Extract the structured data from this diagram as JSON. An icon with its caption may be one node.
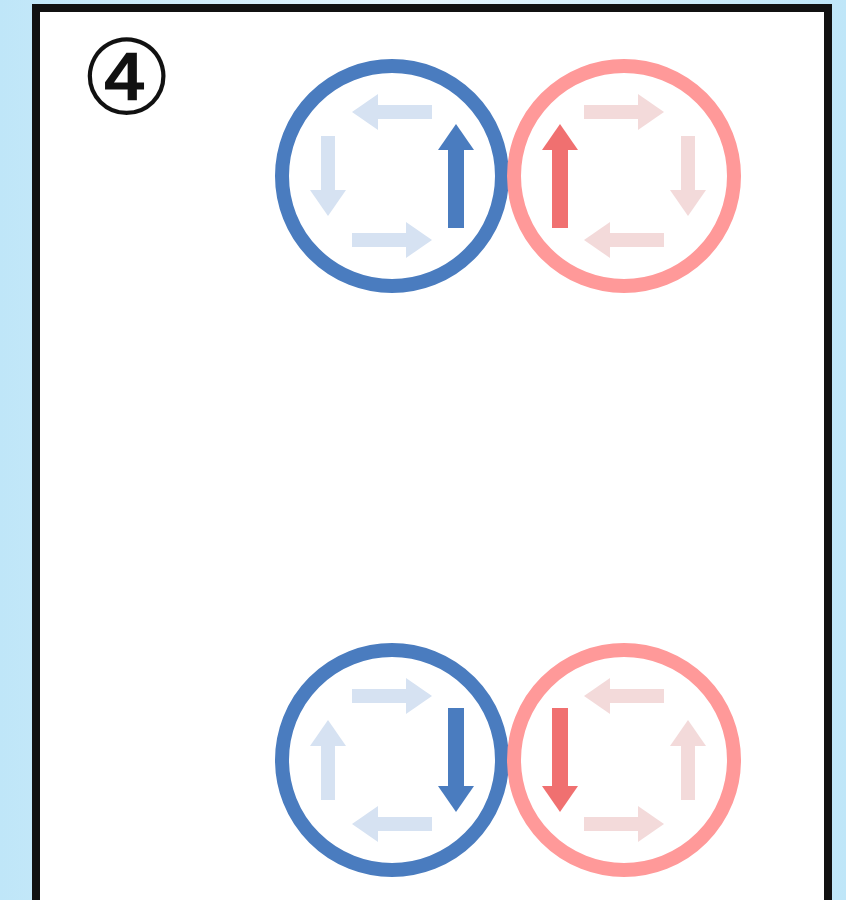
{
  "diagram": {
    "nodes": [
      {
        "text": [],
        "shape": "circle"
      },
      {
        "text": [],
        "shape": "circle"
      },
      {
        "text": [],
        "shape": "circle"
      },
      {
        "text": [],
        "shape": "circle"
      }
    ],
    "labels": [
      "④"
    ]
  }
}
